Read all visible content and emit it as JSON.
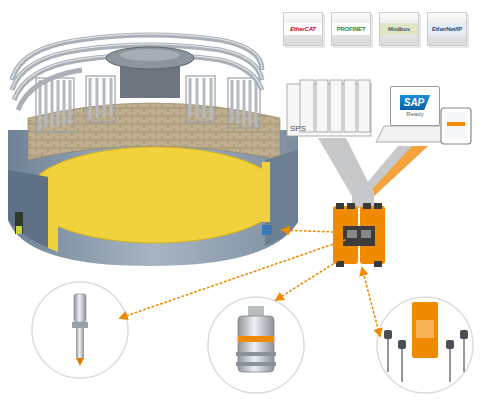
{
  "diagram": {
    "nodes": [
      {
        "text": [
          "EtherCAT"
        ]
      },
      {
        "text": [
          "PROFINET"
        ]
      },
      {
        "text": [
          "Modbus"
        ]
      },
      {
        "text": [
          "EtherNet/IP"
        ]
      },
      {
        "text": [
          "SPS"
        ]
      },
      {
        "text": [
          "SAP",
          "Ready"
        ]
      }
    ]
  }
}
